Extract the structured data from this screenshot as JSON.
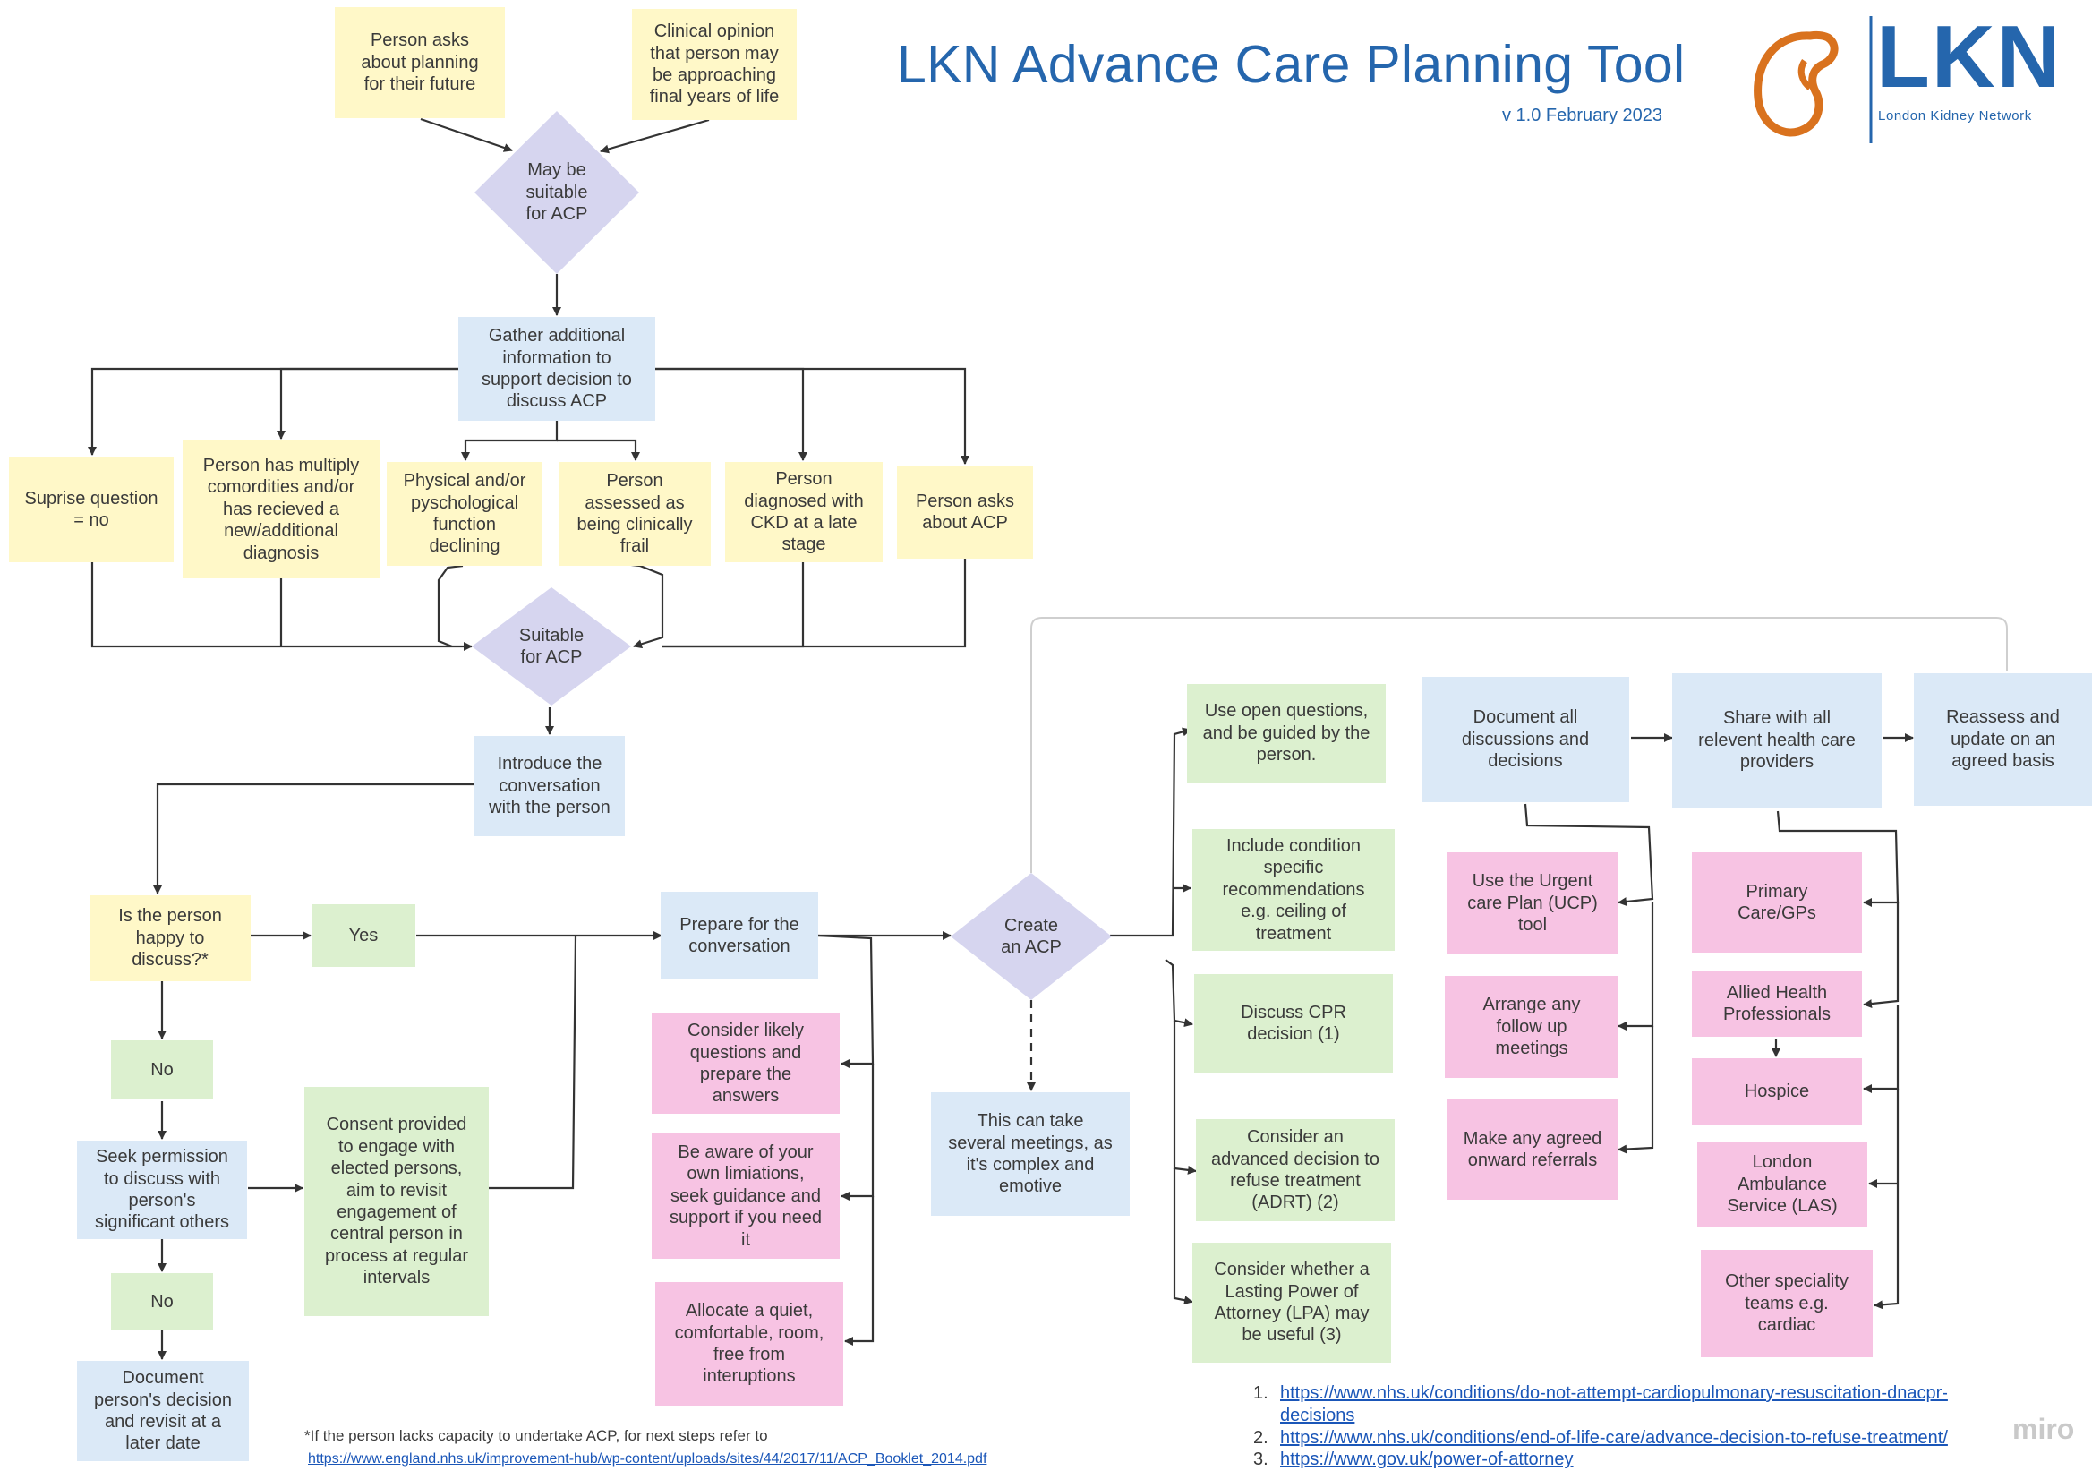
{
  "header": {
    "title": "LKN Advance Care Planning Tool",
    "version": "v 1.0 February 2023",
    "logo_text": "LKN",
    "logo_subtext": "London Kidney Network"
  },
  "nodes": {
    "person_asks_future": "Person asks\nabout planning\nfor their future",
    "clinical_opinion": "Clinical opinion\nthat person may\nbe approaching\nfinal years of life",
    "may_be_suitable": "May be\nsuitable\nfor ACP",
    "gather_info": "Gather additional\ninformation to\nsupport decision to\ndiscuss ACP",
    "surprise_question": "Suprise question\n= no",
    "comorbidities": "Person has multiply\ncomordities and/or\nhas recieved a\nnew/additional\ndiagnosis",
    "function_declining": "Physical and/or\npyschological\nfunction\ndeclining",
    "clinically_frail": "Person\nassessed as\nbeing clinically\nfrail",
    "ckd_late_stage": "Person\ndiagnosed with\nCKD at a late\nstage",
    "person_asks_acp": "Person asks\nabout ACP",
    "suitable_for_acp": "Suitable\nfor ACP",
    "introduce_conversation": "Introduce the\nconversation\nwith the person",
    "happy_to_discuss": "Is the person\nhappy to\ndiscuss?*",
    "yes": "Yes",
    "no_1": "No",
    "seek_permission": "Seek permission\nto discuss with\nperson's\nsignificant others",
    "no_2": "No",
    "document_decision": "Document\nperson's decision\nand revisit at a\nlater date",
    "consent_provided": "Consent provided\nto engage with\nelected persons,\naim to revisit\nengagement of\ncentral person in\nprocess at regular\nintervals",
    "prepare_conversation": "Prepare for the\nconversation",
    "consider_questions": "Consider likely\nquestions and\nprepare the\nanswers",
    "be_aware": "Be aware of your\nown limiations,\nseek guidance and\nsupport if you need\nit",
    "allocate_room": "Allocate a quiet,\ncomfortable, room,\nfree from\ninteruptions",
    "create_acp": "Create\nan ACP",
    "several_meetings": "This can take\nseveral meetings, as\nit's complex and\nemotive",
    "open_questions": "Use open questions,\nand be guided by the\nperson.",
    "condition_specific": "Include condition\nspecific\nrecommendations\ne.g. ceiling of\ntreatment",
    "discuss_cpr": "Discuss CPR\ndecision (1)",
    "consider_adrt": "Consider an\nadvanced decision to\nrefuse treatment\n(ADRT) (2)",
    "consider_lpa": "Consider whether a\nLasting Power of\nAttorney (LPA)  may\nbe useful (3)",
    "document_all": "Document all\ndiscussions and\ndecisions",
    "urgent_care_plan": "Use the Urgent\ncare Plan (UCP)\ntool",
    "follow_up_meetings": "Arrange any\nfollow up\nmeetings",
    "onward_referrals": "Make any agreed\nonward referrals",
    "share_providers": "Share with all\nrelevent health care\nproviders",
    "primary_care": "Primary\nCare/GPs",
    "allied_health": "Allied Health\nProfessionals",
    "hospice": "Hospice",
    "las": "London\nAmbulance\nService (LAS)",
    "other_teams": "Other speciality\nteams e.g.\ncardiac",
    "reassess": "Reassess and\nupdate on an\nagreed basis"
  },
  "footnote": {
    "text": "*If the person lacks capacity to undertake ACP, for next steps refer to",
    "link": "https://www.england.nhs.uk/improvement-hub/wp-content/uploads/sites/44/2017/11/ACP_Booklet_2014.pdf"
  },
  "references": [
    {
      "num": "1.",
      "url": "https://www.nhs.uk/conditions/do-not-attempt-cardiopulmonary-resuscitation-dnacpr-\ndecisions"
    },
    {
      "num": "2.",
      "url": "https://www.nhs.uk/conditions/end-of-life-care/advance-decision-to-refuse-treatment/"
    },
    {
      "num": "3.",
      "url": "https://www.gov.uk/power-of-attorney"
    }
  ],
  "watermark": "miro",
  "colors": {
    "title_blue": "#2566ad",
    "logo_orange": "#d9721e",
    "yellow_note": "#fff8c8",
    "blue_note": "#dbe9f7",
    "green_note": "#dcf0cf",
    "pink_note": "#f7c3e3",
    "diamond": "#d6d5ef",
    "connector": "#333333"
  }
}
